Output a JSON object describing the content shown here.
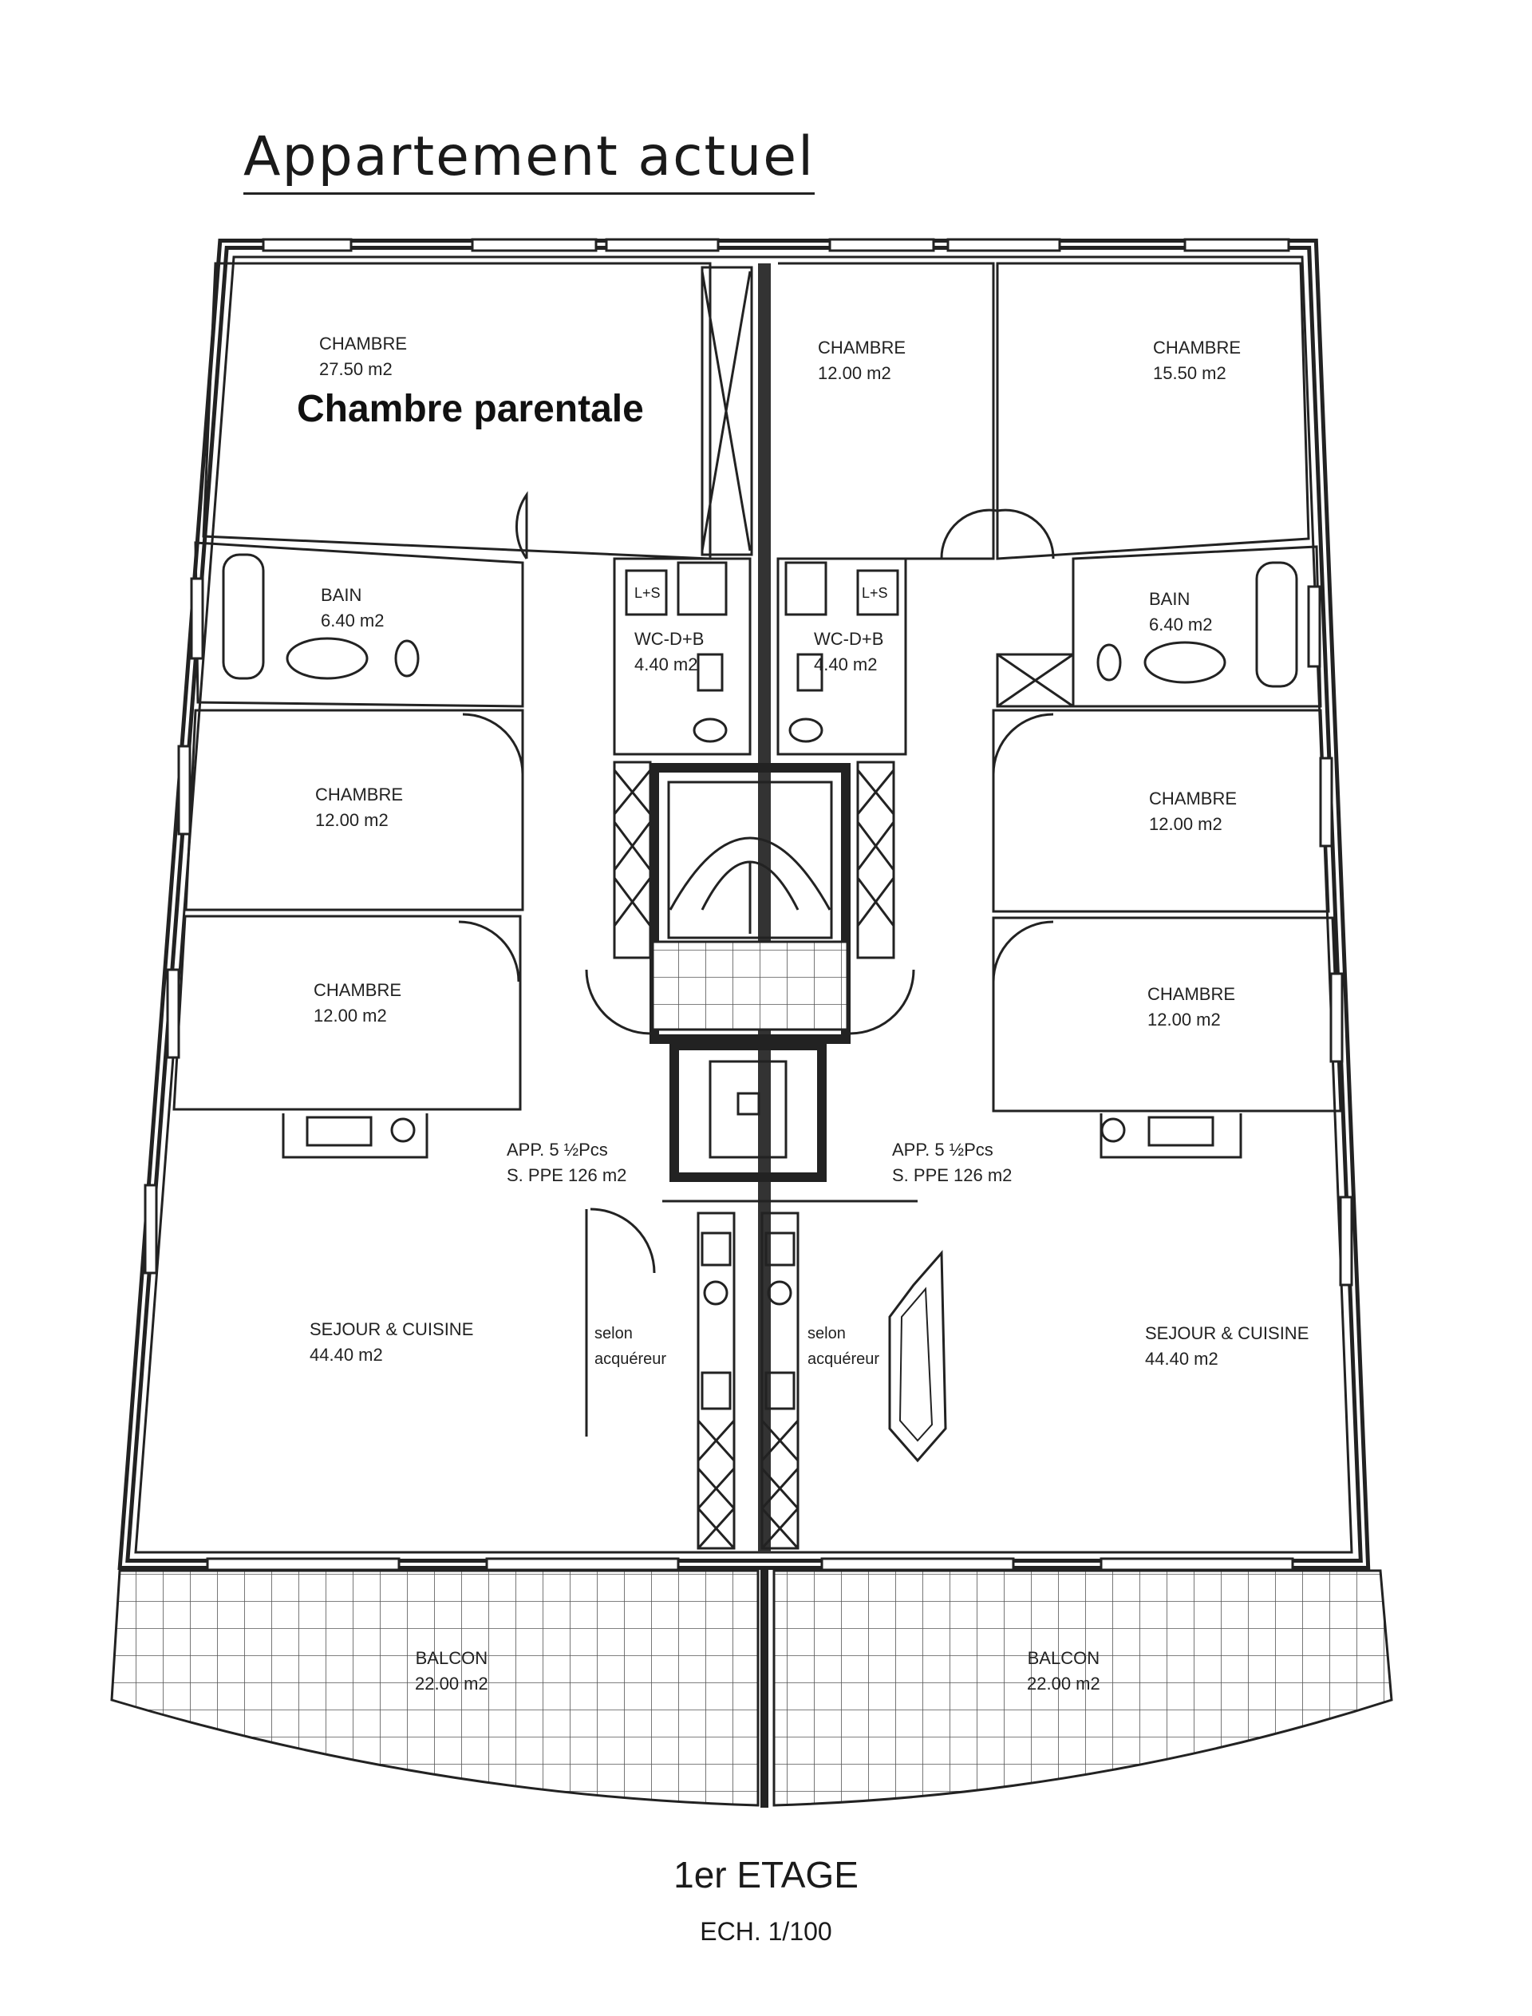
{
  "title": "Appartement actuel",
  "annotation": "Chambre parentale",
  "floor": "1er ETAGE",
  "scale": "ECH. 1/100",
  "rooms": {
    "chambre_a": {
      "name": "CHAMBRE",
      "area": "27.50 m2"
    },
    "chambre_b": {
      "name": "CHAMBRE",
      "area": "12.00 m2"
    },
    "chambre_c": {
      "name": "CHAMBRE",
      "area": "15.50 m2"
    },
    "bain_left": {
      "name": "BAIN",
      "area": "6.40 m2"
    },
    "bain_right": {
      "name": "BAIN",
      "area": "6.40 m2"
    },
    "wc_left": {
      "name": "WC-D+B",
      "area": "4.40 m2"
    },
    "wc_right": {
      "name": "WC-D+B",
      "area": "4.40 m2"
    },
    "chambre_l1": {
      "name": "CHAMBRE",
      "area": "12.00 m2"
    },
    "chambre_l2": {
      "name": "CHAMBRE",
      "area": "12.00 m2"
    },
    "chambre_r1": {
      "name": "CHAMBRE",
      "area": "12.00 m2"
    },
    "chambre_r2": {
      "name": "CHAMBRE",
      "area": "12.00 m2"
    },
    "app_left": {
      "name": "APP. 5 ½Pcs",
      "area": "S. PPE 126 m2"
    },
    "app_right": {
      "name": "APP. 5 ½Pcs",
      "area": "S. PPE 126 m2"
    },
    "sejour_left": {
      "name": "SEJOUR & CUISINE",
      "area": "44.40 m2"
    },
    "sejour_right": {
      "name": "SEJOUR & CUISINE",
      "area": "44.40 m2"
    },
    "selon_left": {
      "line1": "selon",
      "line2": "acquéreur"
    },
    "selon_right": {
      "line1": "selon",
      "line2": "acquéreur"
    },
    "balcon_left": {
      "name": "BALCON",
      "area": "22.00 m2"
    },
    "balcon_right": {
      "name": "BALCON",
      "area": "22.00 m2"
    }
  },
  "fixture_labels": {
    "wm": "L+S"
  }
}
